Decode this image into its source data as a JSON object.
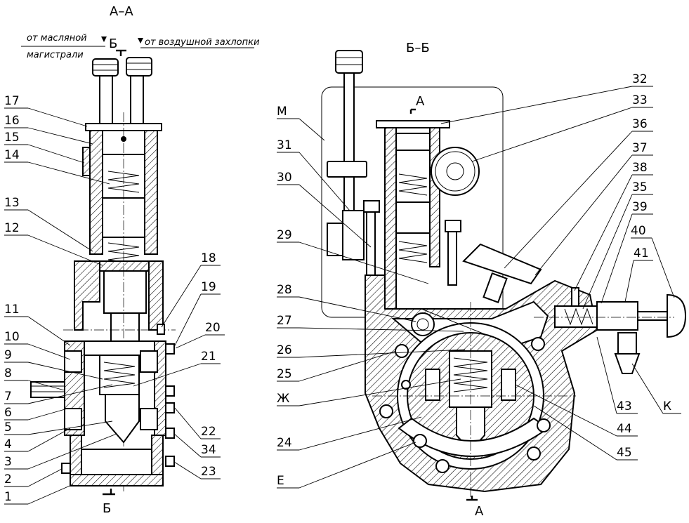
{
  "sections": {
    "left_title": "А–А",
    "right_title": "Б–Б",
    "cut_b_top": "Б",
    "cut_b_bottom": "Б",
    "cut_a_top": "А",
    "cut_a_bottom": "А"
  },
  "notes": {
    "oil_line_1": "от масляной",
    "oil_line_2": "магистрали",
    "air_damper": "от воздушной захлопки"
  },
  "labels_left": [
    "17",
    "16",
    "15",
    "14",
    "13",
    "12",
    "11",
    "10",
    "9",
    "8",
    "7",
    "6",
    "5",
    "4",
    "3",
    "2",
    "1"
  ],
  "labels_right_of_left": [
    "18",
    "19",
    "20",
    "21",
    "22",
    "34",
    "23"
  ],
  "labels_right_view_left": [
    "М",
    "31",
    "30",
    "29",
    "28",
    "27",
    "26",
    "25",
    "Ж",
    "24",
    "Е"
  ],
  "labels_right_view_right": [
    "32",
    "33",
    "36",
    "37",
    "38",
    "35",
    "39",
    "40",
    "41",
    "43",
    "К",
    "44",
    "45"
  ]
}
